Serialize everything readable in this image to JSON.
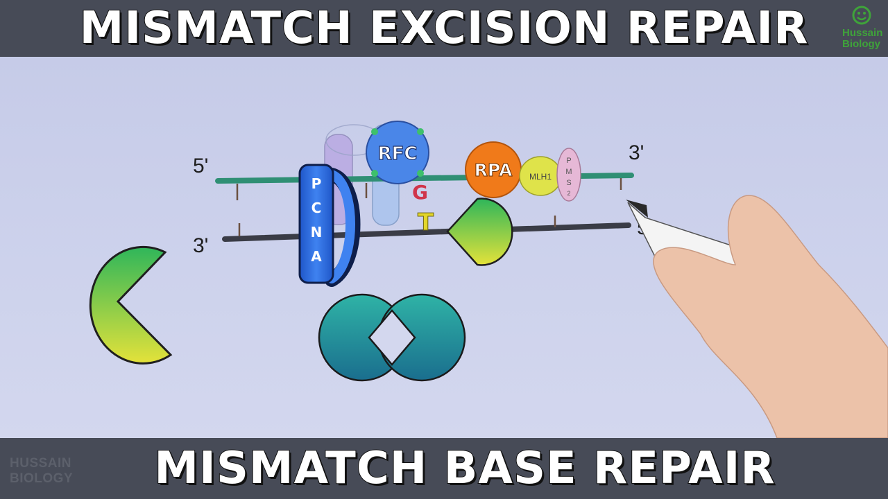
{
  "header": {
    "title": "MISMATCH EXCISION REPAIR"
  },
  "footer": {
    "title": "MISMATCH BASE REPAIR"
  },
  "branding": {
    "corner_logo_line1": "Hussain",
    "corner_logo_line2": "Biology",
    "side_logo_line1": "HUSSAIN",
    "side_logo_line2": "BIOLOGY"
  },
  "diagram": {
    "top_strand": {
      "end_left": "5'",
      "end_right": "3'"
    },
    "bottom_strand": {
      "end_left": "3'",
      "end_right": "5"
    },
    "mismatch": {
      "top_base": "G",
      "bottom_base": "T"
    },
    "proteins": {
      "pcna_letters": [
        "P",
        "C",
        "N",
        "A"
      ],
      "rfc": "RFC",
      "rpa": "RPA",
      "mlh1": "MLH1",
      "pms2_letters": [
        "P",
        "M",
        "S",
        "2"
      ]
    }
  },
  "colors": {
    "background": "#c9cee9",
    "banner": "#474b57",
    "top_strand": "#2f8f74",
    "bottom_strand": "#3a3c46",
    "pcna": "#2f6fe0",
    "rfc": "#4a86e8",
    "rpa": "#f07a1a",
    "mlh1": "#dfe34a",
    "pms2": "#e6b8d6",
    "exonuclease_top": "#2fb65a",
    "exonuclease_bottom": "#e4e23a",
    "mutl_ring": "#1f9a9e"
  }
}
